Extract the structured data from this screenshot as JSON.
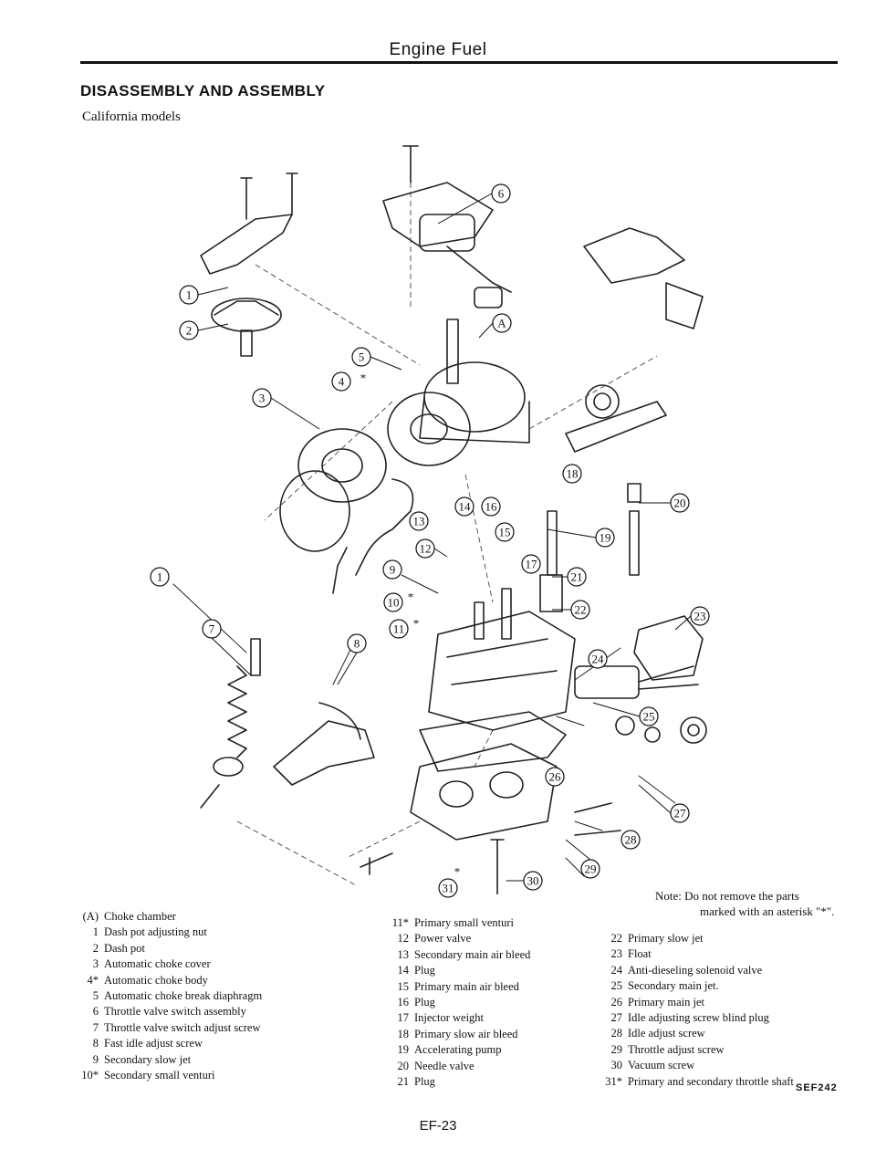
{
  "header": {
    "title": "Engine Fuel"
  },
  "section": {
    "title": "DISASSEMBLY AND ASSEMBLY",
    "subtitle": "California models"
  },
  "diagram": {
    "callouts": [
      "1",
      "2",
      "3",
      "4",
      "5",
      "6",
      "7",
      "8",
      "9",
      "10",
      "11",
      "12",
      "13",
      "14",
      "15",
      "16",
      "17",
      "18",
      "19",
      "20",
      "21",
      "22",
      "23",
      "24",
      "25",
      "26",
      "27",
      "28",
      "29",
      "30",
      "31",
      "A"
    ],
    "asterisk": "*"
  },
  "note": {
    "line1": "Note: Do not remove the parts",
    "line2": "marked with an asterisk \"*\"."
  },
  "legend": {
    "col1": [
      {
        "num": "(A)",
        "text": "Choke chamber"
      },
      {
        "num": "1",
        "text": "Dash pot adjusting nut"
      },
      {
        "num": "2",
        "text": "Dash pot"
      },
      {
        "num": "3",
        "text": "Automatic choke cover"
      },
      {
        "num": "4*",
        "text": "Automatic choke body"
      },
      {
        "num": "5",
        "text": "Automatic choke break diaphragm"
      },
      {
        "num": "6",
        "text": "Throttle valve switch assembly"
      },
      {
        "num": "7",
        "text": "Throttle valve switch adjust screw"
      },
      {
        "num": "8",
        "text": "Fast idle adjust screw"
      },
      {
        "num": "9",
        "text": "Secondary slow jet"
      },
      {
        "num": "10*",
        "text": "Secondary small venturi"
      }
    ],
    "col2": [
      {
        "num": "11*",
        "text": "Primary small venturi"
      },
      {
        "num": "12",
        "text": "Power valve"
      },
      {
        "num": "13",
        "text": "Secondary main air bleed"
      },
      {
        "num": "14",
        "text": "Plug"
      },
      {
        "num": "15",
        "text": "Primary main air bleed"
      },
      {
        "num": "16",
        "text": "Plug"
      },
      {
        "num": "17",
        "text": "Injector weight"
      },
      {
        "num": "18",
        "text": "Primary slow air bleed"
      },
      {
        "num": "19",
        "text": "Accelerating pump"
      },
      {
        "num": "20",
        "text": "Needle valve"
      },
      {
        "num": "21",
        "text": "Plug"
      }
    ],
    "col3": [
      {
        "num": "22",
        "text": "Primary slow jet"
      },
      {
        "num": "23",
        "text": "Float"
      },
      {
        "num": "24",
        "text": "Anti-dieseling solenoid valve"
      },
      {
        "num": "25",
        "text": "Secondary main jet."
      },
      {
        "num": "26",
        "text": "Primary main jet"
      },
      {
        "num": "27",
        "text": "Idle adjusting screw blind plug"
      },
      {
        "num": "28",
        "text": "Idle adjust screw"
      },
      {
        "num": "29",
        "text": "Throttle adjust screw"
      },
      {
        "num": "30",
        "text": "Vacuum screw"
      },
      {
        "num": "31*",
        "text": "Primary and secondary throttle shaft"
      }
    ]
  },
  "figure_code": "SEF242",
  "page_number": "EF-23"
}
